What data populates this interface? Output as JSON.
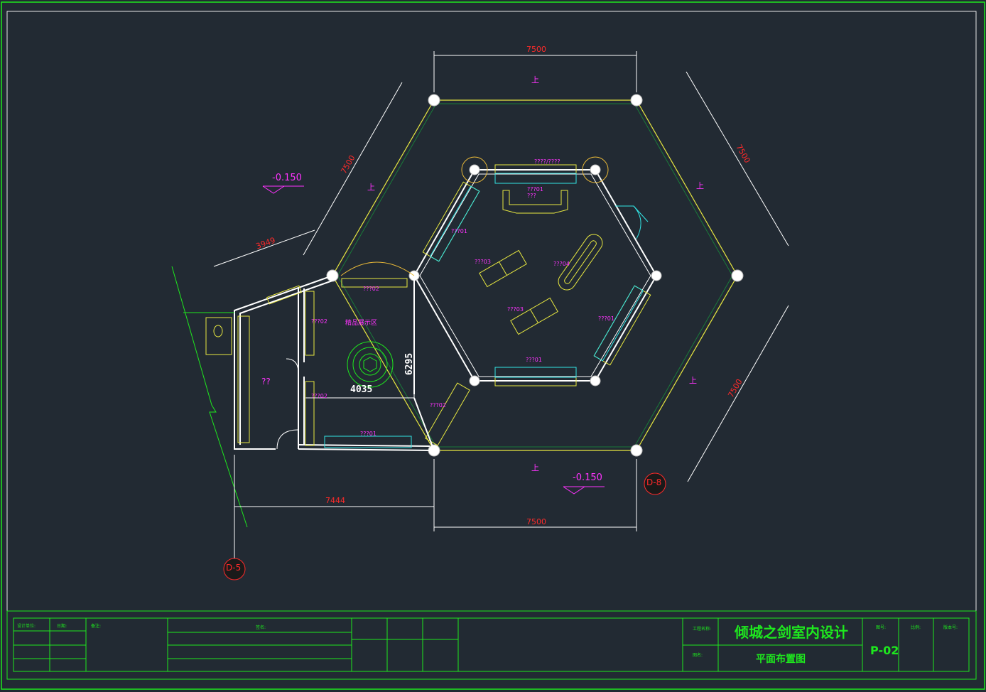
{
  "drawing": {
    "dims": {
      "top": "7500",
      "bottom": "7500",
      "upper_left": "7500",
      "upper_right": "7500",
      "lower_right": "7500",
      "left_wing_top": "3949",
      "left_wing_bottom": "7444",
      "room_width": "4035",
      "room_height": "6295"
    },
    "levels": [
      "-0.150",
      "-0.150"
    ],
    "up_marks": [
      "上",
      "上",
      "上",
      "上",
      "上"
    ],
    "labels": {
      "hex_top": "????/????",
      "hex_top2": "???01",
      "hex_top3": "???",
      "hex_left_upper": "???01",
      "hex_center_left": "???03",
      "hex_center_right": "???04",
      "hex_center": "???03",
      "hex_right": "???01",
      "hex_bottom": "???01",
      "hex_lower_left": "???02",
      "room_top": "???02",
      "room_left_upper": "???02",
      "room_title": "精品展示区",
      "room_left_lower": "???02",
      "room_bottom": "???01",
      "small_room": "??"
    },
    "markers": [
      "D-5",
      "D-8"
    ]
  },
  "title_block": {
    "project_title": "倾城之剑室内设计",
    "drawing_title": "平面布置图",
    "drawing_no": "P-02",
    "cells": {
      "c1": "设计单位:",
      "c2": "日期:",
      "c3": "备注:",
      "c4": "工程名称:",
      "c5": "图名:",
      "c6": "图号:",
      "c7": "比例:",
      "c8": "版本号:",
      "c9": "签名:"
    }
  },
  "colors": {
    "background": "#222a33",
    "frame": "#1ee81e",
    "wall": "#ffffff",
    "outline": "#e8e840",
    "dim": "#ffffff",
    "dim_text": "#ff2a2a",
    "label": "#ff33ff",
    "accent": "#1ee81e",
    "cyan": "#33e6e6",
    "title_text": "#1ee81e"
  }
}
